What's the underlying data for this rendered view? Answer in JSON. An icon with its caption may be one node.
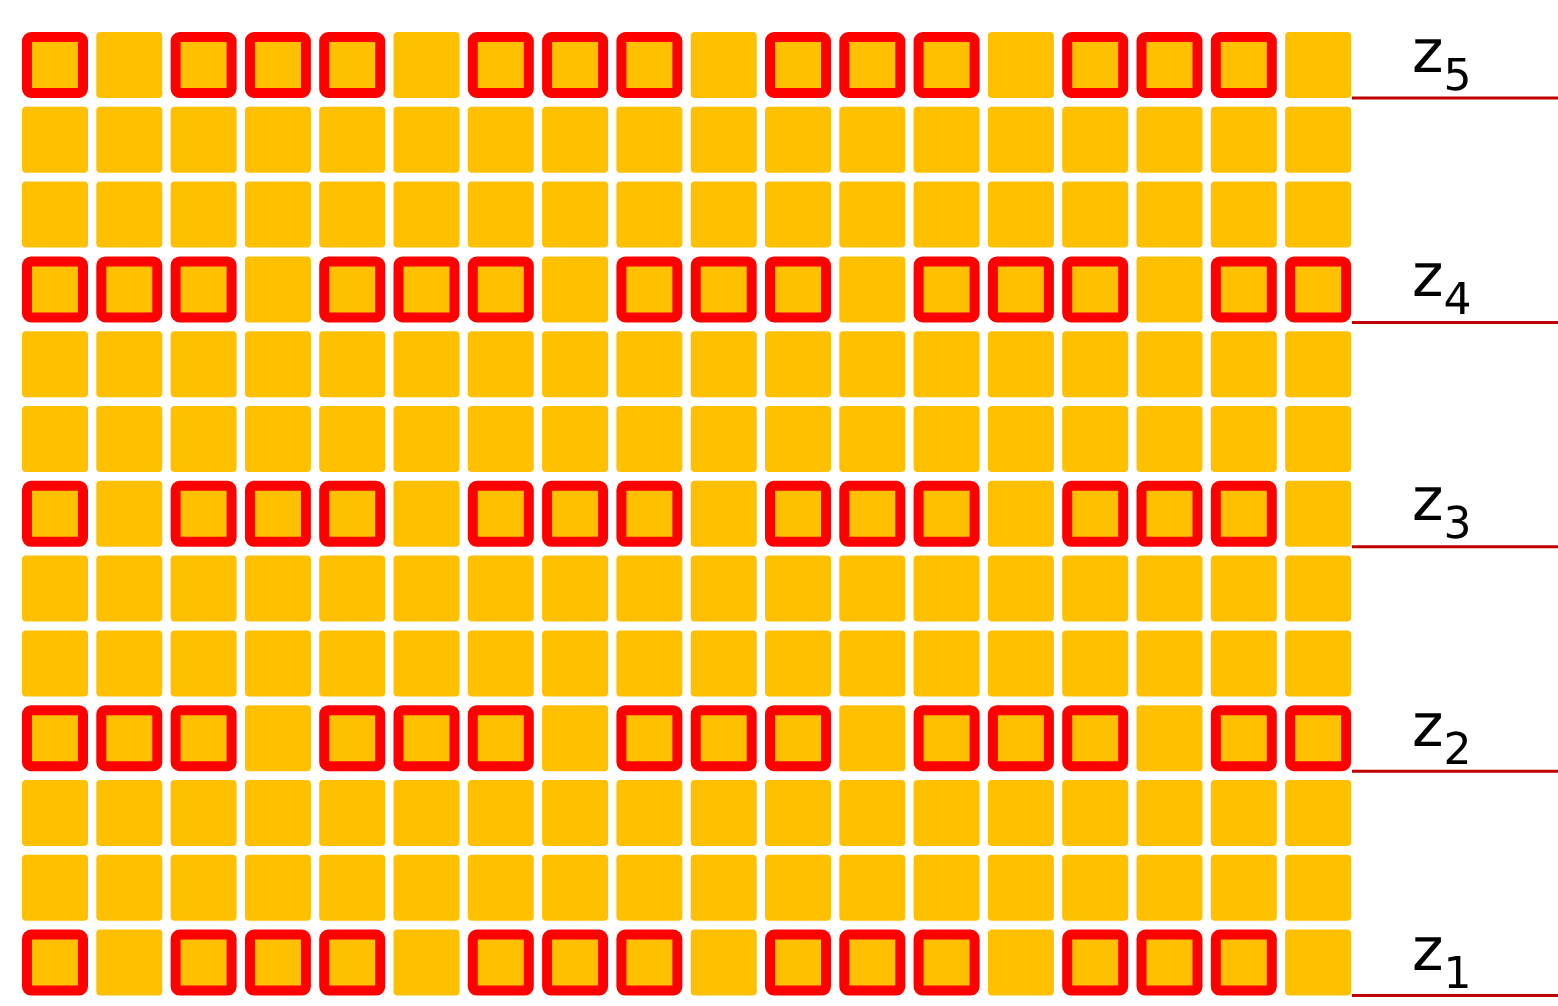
{
  "diagram": {
    "labels": [
      "z$_{5}$",
      "z$_{4}$",
      "z$_{3}$",
      "z$_{2}$",
      "z$_{1}$"
    ]
  }
}
